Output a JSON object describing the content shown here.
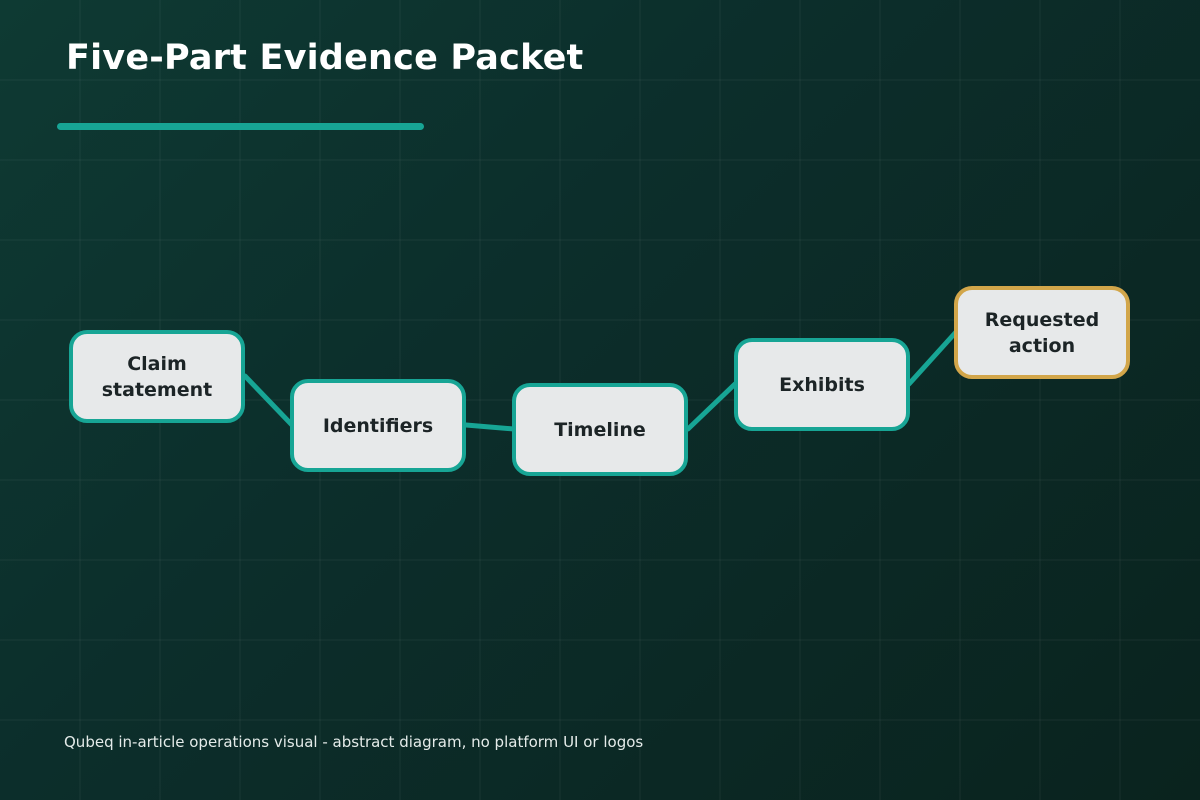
{
  "title": "Five-Part Evidence Packet",
  "nodes": [
    {
      "label": "Claim statement"
    },
    {
      "label": "Identifiers"
    },
    {
      "label": "Timeline"
    },
    {
      "label": "Exhibits"
    },
    {
      "label": "Requested action"
    }
  ],
  "footer": "Qubeq in-article operations visual - abstract diagram, no platform UI or logos",
  "colors": {
    "accent": "#17a595",
    "highlight": "#d2a64a",
    "node_fill": "#e7e9ea",
    "background": "#0c2e2b"
  }
}
